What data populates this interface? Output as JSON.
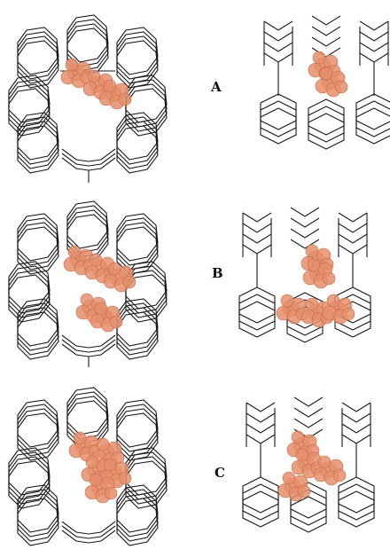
{
  "panels": [
    {
      "label": "A"
    },
    {
      "label": "B"
    },
    {
      "label": "C"
    }
  ],
  "colors": {
    "framework_line": "#1a1a1a",
    "guest_molecule": "#e58e6b",
    "guest_molecule_edge": "#c96a47",
    "background": "#ffffff"
  }
}
